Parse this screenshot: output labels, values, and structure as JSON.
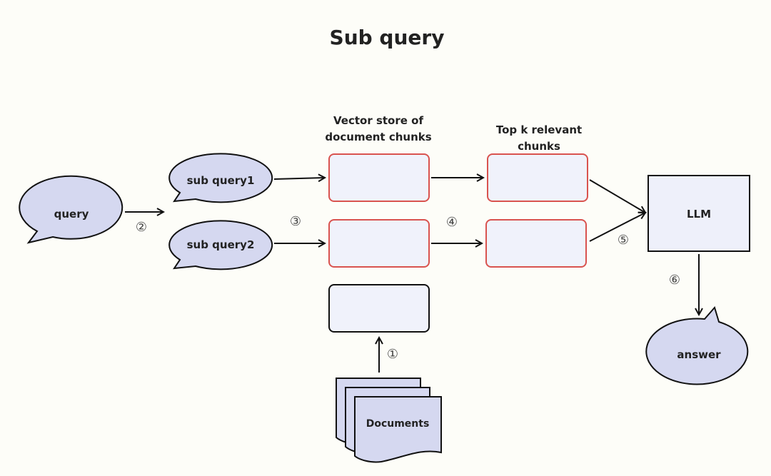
{
  "title": "Sub query",
  "nodes": {
    "query": "query",
    "sub_query_1": "sub query1",
    "sub_query_2": "sub query2",
    "vector_store_header_line1": "Vector store of",
    "vector_store_header_line2": "document chunks",
    "top_k_header_line1": "Top k relevant",
    "top_k_header_line2": "chunks",
    "llm": "LLM",
    "answer": "answer",
    "documents": "Documents"
  },
  "steps": {
    "step1": "①",
    "step2": "②",
    "step3": "③",
    "step4": "④",
    "step5": "⑤",
    "step6": "⑥"
  },
  "colors": {
    "bubble_fill": "#d5d8f0",
    "box_fill": "#f0f2fb",
    "chunk_border": "#d9534f",
    "line": "#111111",
    "background": "#fdfdf8"
  }
}
